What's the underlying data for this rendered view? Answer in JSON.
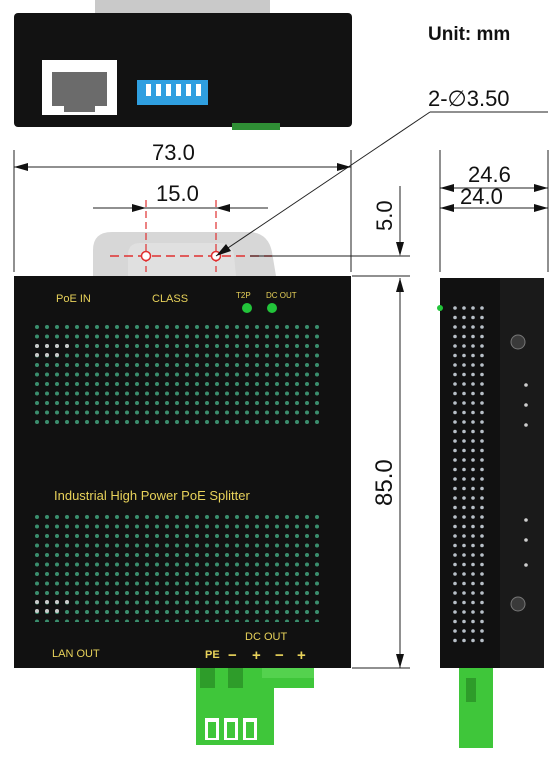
{
  "unit_label": "Unit: mm",
  "dimensions": {
    "width": "73.0",
    "hole_spacing": "15.0",
    "hole_spec": "2-∅3.50",
    "hole_offset": "5.0",
    "height": "85.0",
    "depth_overall": "24.6",
    "depth_body": "24.0"
  },
  "front_panel": {
    "poe_in": "PoE IN",
    "class": "CLASS",
    "t2p": "T2P",
    "dc_out_led": "DC OUT",
    "product_name": "Industrial High Power PoE Splitter",
    "lan_out": "LAN OUT",
    "dc_out_terminal": "DC OUT",
    "pe": "PE",
    "minus1": "−",
    "plus1": "+",
    "minus2": "−",
    "plus2": "+"
  },
  "colors": {
    "body": "#111111",
    "label_yellow": "#e8d25a",
    "led_green": "#22c43a",
    "terminal_green": "#3fc63a",
    "dip_blue": "#2f9fe0",
    "hole_red": "#e03030"
  }
}
